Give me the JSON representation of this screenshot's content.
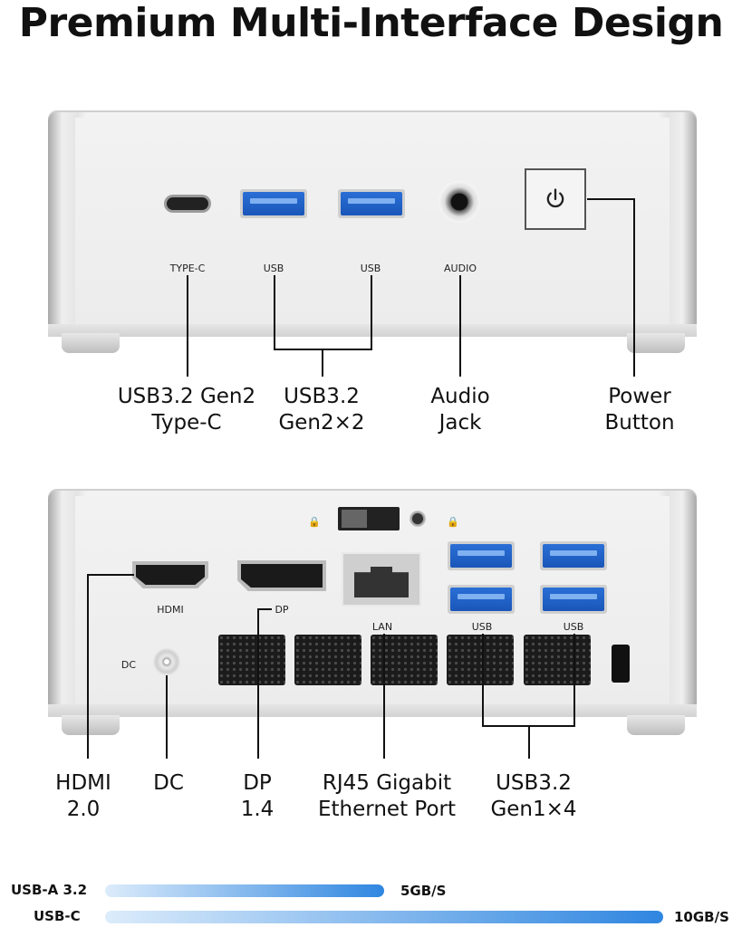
{
  "title": "Premium Multi-Interface Design",
  "front": {
    "port_labels": {
      "typec": "TYPE-C",
      "usb1": "USB",
      "usb2": "USB",
      "audio": "AUDIO"
    },
    "callouts": {
      "typec": [
        "USB3.2 Gen2",
        "Type-C"
      ],
      "usb": [
        "USB3.2",
        "Gen2×2"
      ],
      "audio": [
        "Audio",
        "Jack"
      ],
      "power": [
        "Power",
        "Button"
      ]
    }
  },
  "rear": {
    "port_labels": {
      "hdmi": "HDMI",
      "dp": "DP",
      "lan": "LAN",
      "usb1": "USB",
      "usb2": "USB",
      "dc": "DC"
    },
    "callouts": {
      "hdmi": [
        "HDMI",
        "2.0"
      ],
      "dc": [
        "DC"
      ],
      "dp": [
        "DP",
        "1.4"
      ],
      "lan": [
        "RJ45 Gigabit",
        "Ethernet Port"
      ],
      "usb": [
        "USB3.2",
        "Gen1×4"
      ]
    }
  },
  "speed_bars": [
    {
      "label": "USB-A 3.2",
      "value": "5GB/S",
      "speed_gbps": 5
    },
    {
      "label": "USB-C",
      "value": "10GB/S",
      "speed_gbps": 10
    }
  ],
  "colors": {
    "usb_blue": "#2a6fd6",
    "bar_start": "#dcecfb",
    "bar_end": "#2f86e0"
  },
  "icons": {
    "power": "power-icon",
    "lock": "lock-icon"
  }
}
